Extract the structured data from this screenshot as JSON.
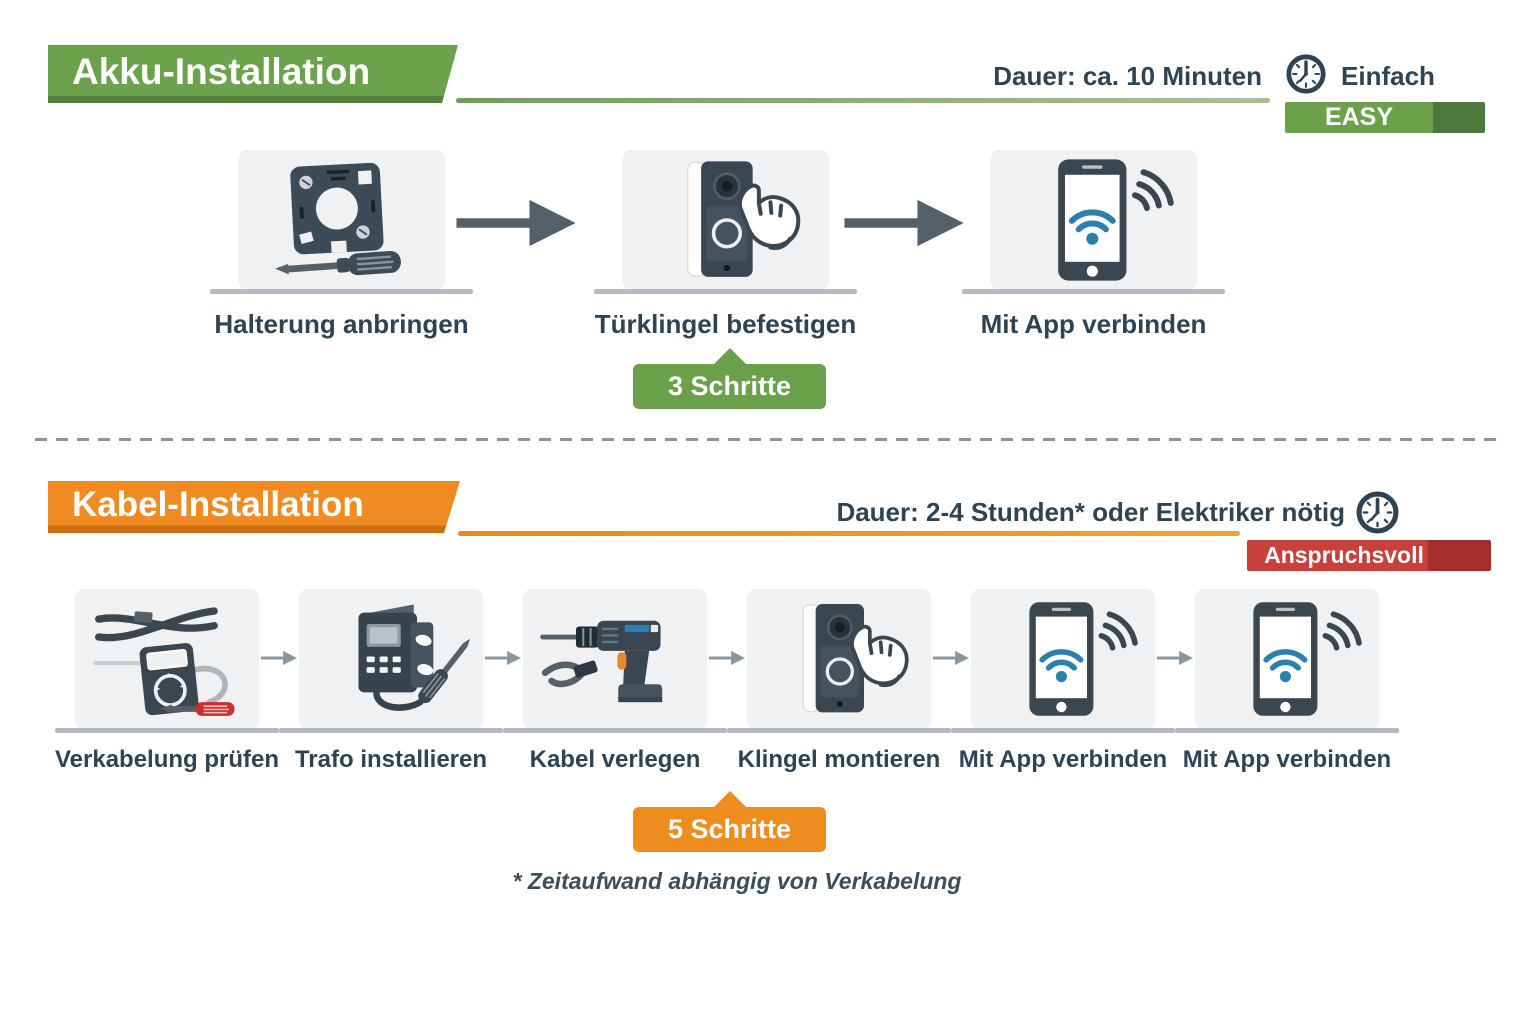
{
  "akku": {
    "title": "Akku-Installation",
    "duration": "Dauer: ca. 10 Minuten",
    "difficulty_label": "Einfach",
    "difficulty_badge": "EASY",
    "steps_badge": "3 Schritte",
    "steps": [
      {
        "label": "Halterung anbringen",
        "icon": "mounting-plate-screwdriver-icon"
      },
      {
        "label": "Türklingel befestigen",
        "icon": "doorbell-hand-icon"
      },
      {
        "label": "Mit App verbinden",
        "icon": "phone-wifi-icon"
      }
    ]
  },
  "kabel": {
    "title": "Kabel-Installation",
    "duration": "Dauer: 2-4 Stunden* oder Elektriker nötig",
    "difficulty_badge": "Anspruchsvoll",
    "steps_badge": "5 Schritte",
    "footnote": "* Zeitaufwand abhängig von Verkabelung",
    "steps": [
      {
        "label": "Verkabelung prüfen",
        "icon": "multimeter-cables-icon"
      },
      {
        "label": "Trafo installieren",
        "icon": "transformer-screwdriver-icon"
      },
      {
        "label": "Kabel verlegen",
        "icon": "drill-cable-icon"
      },
      {
        "label": "Klingel montieren",
        "icon": "doorbell-hand-icon"
      },
      {
        "label": "Mit App verbinden",
        "icon": "phone-wifi-icon"
      },
      {
        "label": "Mit App verbinden",
        "icon": "phone-wifi-icon"
      }
    ]
  },
  "icons": [
    "clock-icon",
    "arrow-right-icon",
    "mounting-plate-screwdriver-icon",
    "doorbell-hand-icon",
    "phone-wifi-icon",
    "multimeter-cables-icon",
    "transformer-screwdriver-icon",
    "drill-cable-icon"
  ],
  "colors": {
    "green": "#6ba14b",
    "green_dark": "#4d7a3c",
    "green_edge": "#53813a",
    "orange": "#ee8d1f",
    "orange_edge": "#c96f12",
    "red": "#c8403a",
    "red_dark": "#a62f2d",
    "text_dark": "#2e4354",
    "card_bg": "#f0f1f3",
    "wifi_blue": "#2d7fae"
  }
}
